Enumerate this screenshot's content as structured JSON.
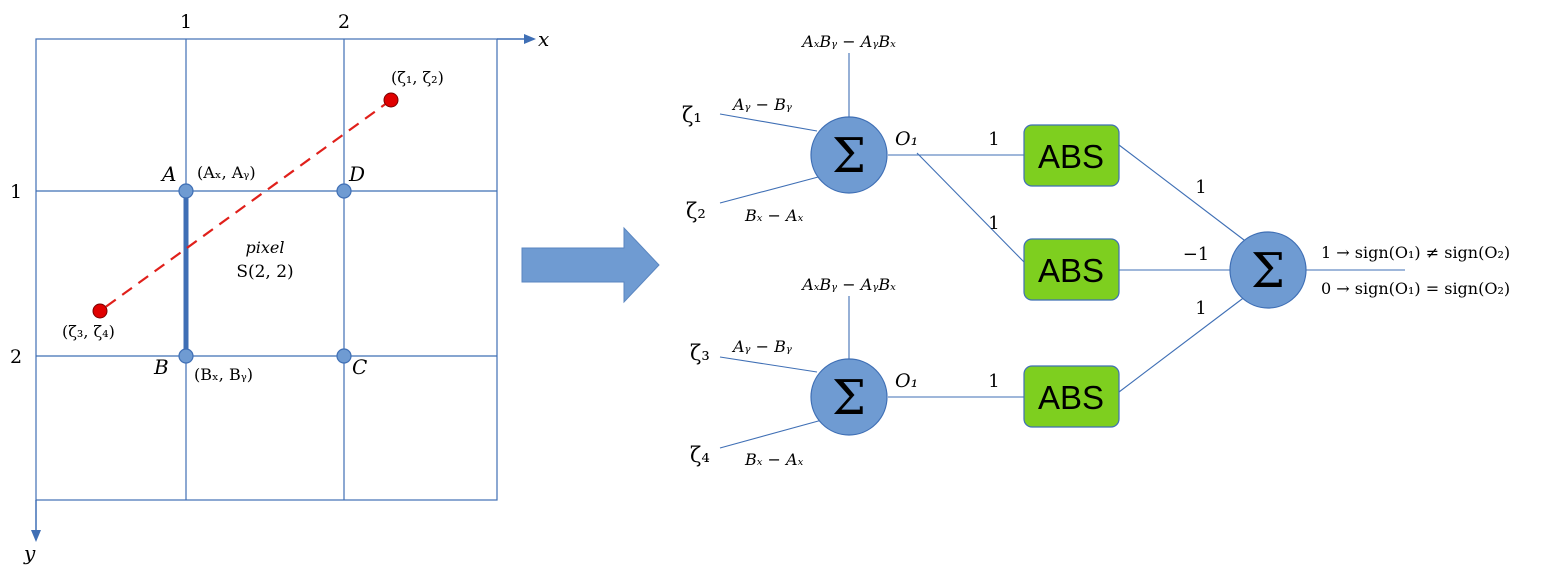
{
  "colors": {
    "grid_line": "#3f6fb5",
    "node_fill": "#6f9bd2",
    "node_stroke": "#3f6fb5",
    "segment": "#3f6fb5",
    "dashed_line": "#e0201b",
    "endpoint_fill": "#e00000",
    "abs_fill": "#7ecf1f",
    "abs_stroke": "#3f6fb5",
    "arrow_fill": "#6f9bd2"
  },
  "grid": {
    "axis_x_label": "x",
    "axis_y_label": "y",
    "col_ticks": [
      "1",
      "2"
    ],
    "row_ticks": [
      "1",
      "2"
    ],
    "point_A": "A",
    "point_A_coord": "(Aₓ, Aᵧ)",
    "point_B": "B",
    "point_B_coord": "(Bₓ, Bᵧ)",
    "point_C": "C",
    "point_D": "D",
    "zeta12": "(ζ₁, ζ₂)",
    "zeta34": "(ζ₃, ζ₄)",
    "pixel_label": "pixel",
    "pixel_name": "S(2, 2)"
  },
  "network": {
    "bias_top": "AₓBᵧ − AᵧBₓ",
    "bias_bottom": "AₓBᵧ − AᵧBₓ",
    "zeta1": "ζ₁",
    "zeta2": "ζ₂",
    "zeta3": "ζ₃",
    "zeta4": "ζ₄",
    "w_top_1": "Aᵧ − Bᵧ",
    "w_top_2": "Bₓ − Aₓ",
    "w_bot_1": "Aᵧ − Bᵧ",
    "w_bot_2": "Bₓ − Aₓ",
    "sum_symbol": "Σ",
    "out_top": "O₁",
    "out_bottom": "O₁",
    "abs_label": "ABS",
    "w_abs_top": "1",
    "w_abs_mid": "1",
    "w_abs_bottom": "1",
    "w_out_top": "1",
    "w_out_mid": "−1",
    "w_out_bottom": "1",
    "result_1": "1 → sign(O₁) ≠ sign(O₂)",
    "result_0": "0 → sign(O₁) = sign(O₂)"
  }
}
